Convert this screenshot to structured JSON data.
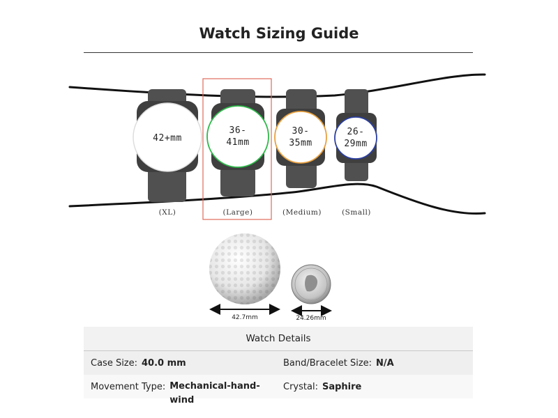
{
  "title": "Watch Sizing Guide",
  "watches": [
    {
      "size": "42+mm",
      "category": "(XL)",
      "ring_color": "#dddddd"
    },
    {
      "size_line1": "36-",
      "size_line2": "41mm",
      "category": "(Large)",
      "ring_color": "#2fb84a",
      "highlighted": true,
      "highlight_color": "#e06a5a"
    },
    {
      "size_line1": "30-",
      "size_line2": "35mm",
      "category": "(Medium)",
      "ring_color": "#e8a040"
    },
    {
      "size_line1": "26-",
      "size_line2": "29mm",
      "category": "(Small)",
      "ring_color": "#2b3fa0"
    }
  ],
  "references": {
    "golf_ball_label": "42.7mm",
    "coin_label": "24.26mm"
  },
  "details": {
    "header": "Watch Details",
    "rows": [
      {
        "label_a": "Case Size:",
        "value_a": "40.0 mm",
        "label_b": "Band/Bracelet Size:",
        "value_b": "N/A"
      },
      {
        "label_a": "Movement Type:",
        "value_a": "Mechanical-hand-wind",
        "label_b": "Crystal:",
        "value_b": "Saphire"
      }
    ]
  },
  "icons": [
    "golf-ball-icon",
    "quarter-coin-icon",
    "wrist-outline-icon"
  ]
}
